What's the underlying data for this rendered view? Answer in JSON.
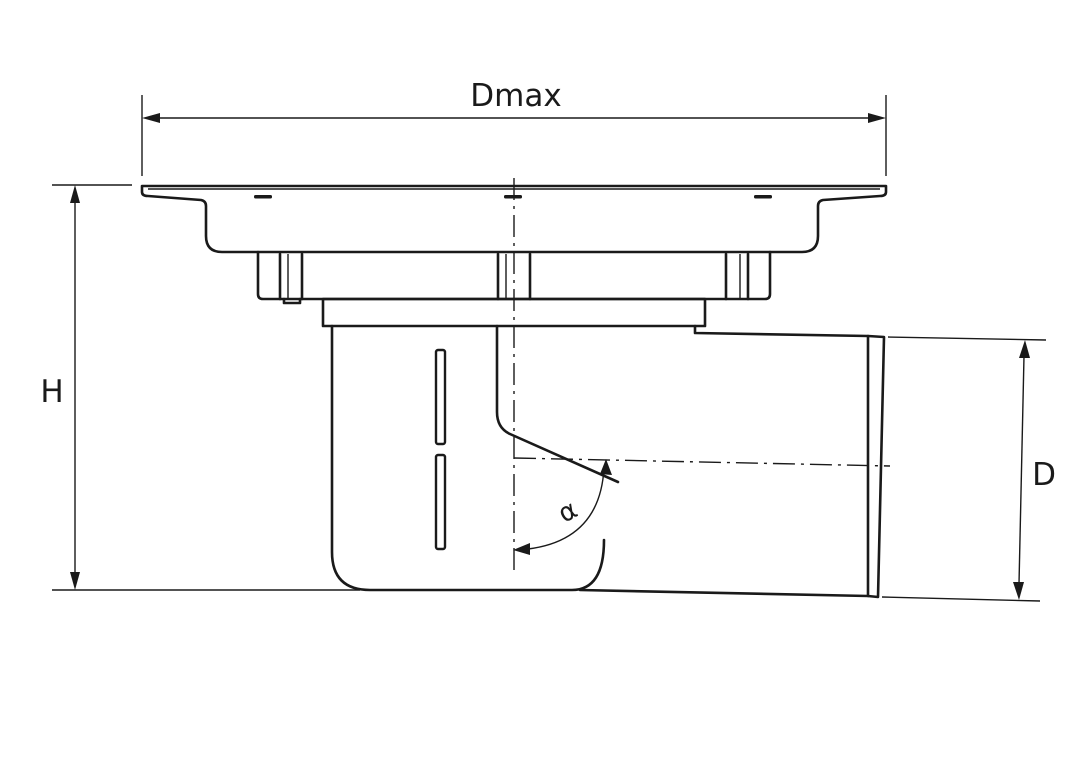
{
  "dimensions": {
    "overall_width_label": "Dmax",
    "height_label": "H",
    "outlet_diameter_label": "D",
    "angle_label": "α"
  },
  "colors": {
    "line": "#1a1a1a",
    "background": "#ffffff"
  }
}
